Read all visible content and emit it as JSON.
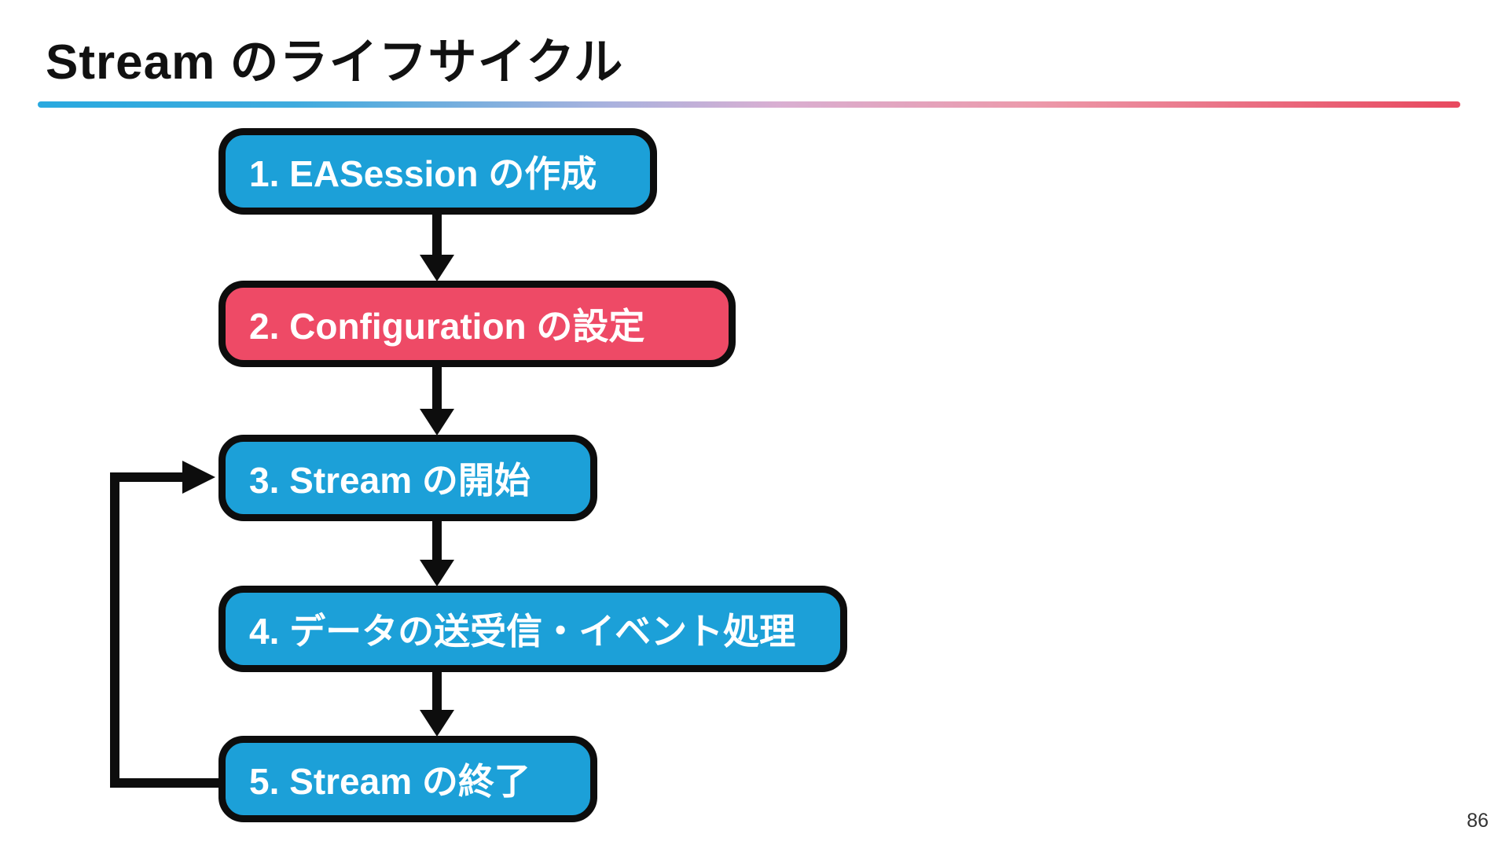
{
  "slide": {
    "title": "Stream のライフサイクル",
    "page_number": "86",
    "background": "#ffffff"
  },
  "colors": {
    "step_blue": "#1ca0d8",
    "step_red": "#ee4a66",
    "connector_black": "#0d0d0d",
    "title_text": "#111111",
    "step_text": "#ffffff",
    "underline_gradient": [
      "#29a9df",
      "#a9b2de",
      "#d9afd2",
      "#ec9aab",
      "#e8495f"
    ]
  },
  "flowchart": {
    "steps": [
      {
        "label": "1. EASession の作成",
        "color_key": "step_blue"
      },
      {
        "label": "2. Configuration の設定",
        "color_key": "step_red"
      },
      {
        "label": "3. Stream の開始",
        "color_key": "step_blue"
      },
      {
        "label": "4. データの送受信・イベント処理",
        "color_key": "step_blue"
      },
      {
        "label": "5. Stream の終了",
        "color_key": "step_blue"
      }
    ],
    "connections": [
      {
        "from": "1",
        "to": "2",
        "type": "arrow-down"
      },
      {
        "from": "2",
        "to": "3",
        "type": "arrow-down"
      },
      {
        "from": "3",
        "to": "4",
        "type": "arrow-down"
      },
      {
        "from": "4",
        "to": "5",
        "type": "arrow-down"
      },
      {
        "from": "5",
        "to": "3",
        "type": "loop-back-arrow"
      }
    ]
  }
}
